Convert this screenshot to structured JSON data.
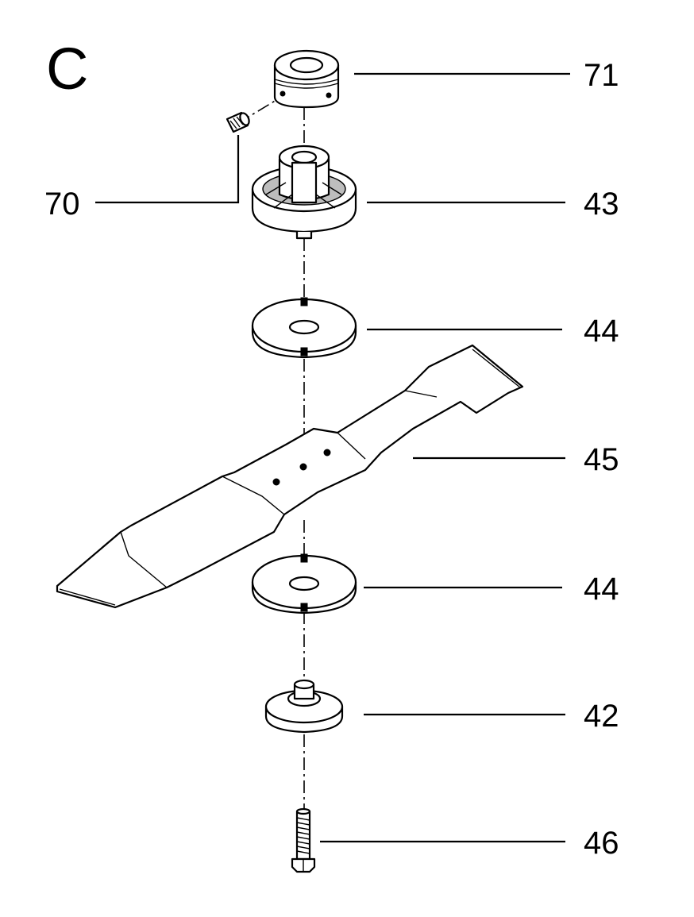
{
  "diagram": {
    "section_letter": "C",
    "callouts": {
      "p71": "71",
      "p70": "70",
      "p43": "43",
      "p44_upper": "44",
      "p45": "45",
      "p44_lower": "44",
      "p42": "42",
      "p46": "46"
    }
  }
}
